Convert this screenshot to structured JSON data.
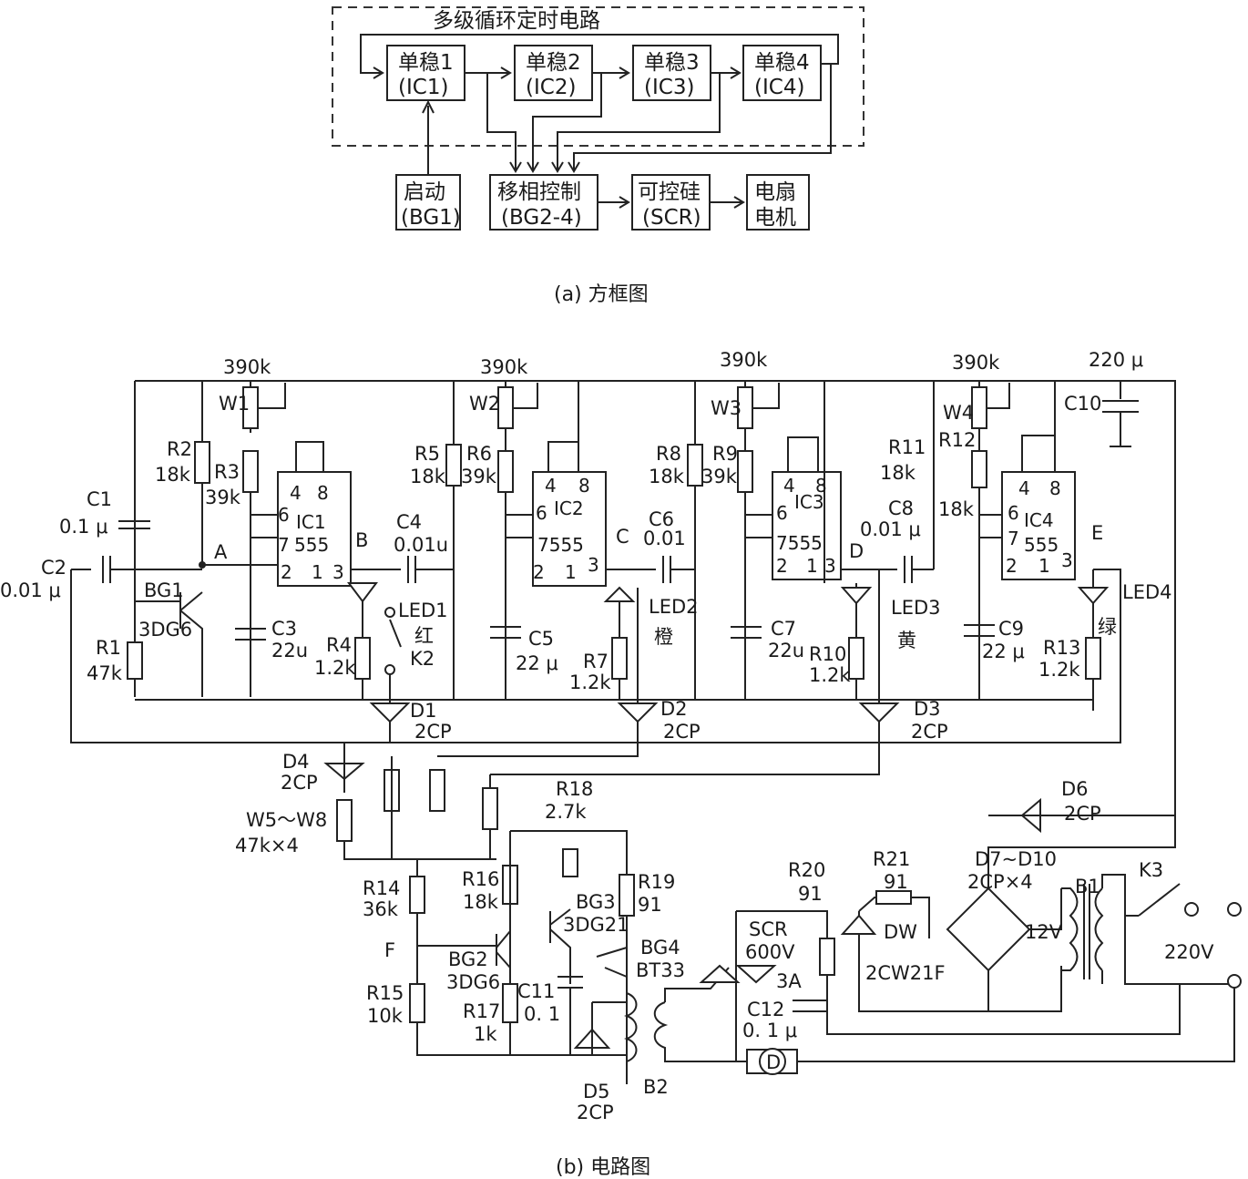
{
  "caption_a": "(a) 方框图",
  "caption_b": "(b) 电路图",
  "block": {
    "frame_title": "多级循环定时电路",
    "mono1": [
      "单稳1",
      "(IC1)"
    ],
    "mono2": [
      "单稳2",
      "(IC2)"
    ],
    "mono3": [
      "单稳3",
      "(IC3)"
    ],
    "mono4": [
      "单稳4",
      "(IC4)"
    ],
    "start": [
      "启动",
      "(BG1)"
    ],
    "phase": [
      "移相控制",
      "(BG2-4)"
    ],
    "scr": [
      "可控硅",
      "(SCR)"
    ],
    "motor": [
      "电扇",
      "电机"
    ]
  },
  "circuit": {
    "w1_val": "390k",
    "w2_val": "390k",
    "w3_val": "390k",
    "w4_val": "390k",
    "w1": "W1",
    "w2": "W2",
    "w3": "W3",
    "w4": "W4",
    "r1": "R1",
    "r1v": "47k",
    "r2": "R2",
    "r2v": "18k",
    "r3": "R3",
    "r3v": "39k",
    "r4": "R4",
    "r4v": "1.2k",
    "r5": "R5",
    "r5v": "18k",
    "r6": "R6",
    "r6v": "39k",
    "r7": "R7",
    "r7v": "1.2k",
    "r8": "R8",
    "r8v": "18k",
    "r9": "R9",
    "r9v": "39k",
    "r10": "R10",
    "r10v": "1.2k",
    "r11": "R11",
    "r11v": "18k",
    "r12": "R12",
    "r12v": "18k",
    "r13": "R13",
    "r13v": "1.2k",
    "r14": "R14",
    "r14v": "36k",
    "r15": "R15",
    "r15v": "10k",
    "r16": "R16",
    "r16v": "18k",
    "r17": "R17",
    "r17v": "1k",
    "r18": "R18",
    "r18v": "2.7k",
    "r19": "R19",
    "r19v": "91",
    "r20": "R20",
    "r20v": "91",
    "r21": "R21",
    "r21v": "91",
    "c1": "C1",
    "c1v": "0.1 μ",
    "c2": "C2",
    "c2v": "0.01 μ",
    "c3": "C3",
    "c3v": "22u",
    "c4": "C4",
    "c4v": "0.01u",
    "c5": "C5",
    "c5v": "22 μ",
    "c6": "C6",
    "c6v": "0.01",
    "c7": "C7",
    "c7v": "22u",
    "c8": "C8",
    "c8v": "0.01 μ",
    "c9": "C9",
    "c9v": "22 μ",
    "c10": "C10",
    "c10v": "220 μ",
    "c11": "C11",
    "c11v": "0. 1",
    "c12": "C12",
    "c12v": "0. 1 μ",
    "bg1": "BG1",
    "bg1v": "3DG6",
    "bg2": "BG2",
    "bg2v": "3DG6",
    "bg3": "BG3",
    "bg3v": "3DG21",
    "bg4": "BG4",
    "bg4v": "BT33",
    "ic1": "IC1",
    "ic2": "IC2",
    "ic3": "IC3",
    "ic4": "IC4",
    "ic_type": "555",
    "ic_type2": "7555",
    "p4": "4",
    "p8": "8",
    "p6": "6",
    "p7": "7",
    "p2": "2",
    "p1": "1",
    "p3": "3",
    "node_a": "A",
    "node_b": "B",
    "node_c": "C",
    "node_d": "D",
    "node_e": "E",
    "node_f": "F",
    "led1": "LED1",
    "led1c": "红",
    "led2": "LED2",
    "led2c": "橙",
    "led3": "LED3",
    "led3c": "黄",
    "led4": "LED4",
    "led4c": "绿",
    "k2": "K2",
    "k3": "K3",
    "d1": "D1",
    "d2": "D2",
    "d3": "D3",
    "d4": "D4",
    "d5": "D5",
    "d6": "D6",
    "d_type": "2CP",
    "d7_10": "D7~D10",
    "d7_10v": "2CP×4",
    "w5_8": "W5～W8",
    "w5_8v": "47k×4",
    "scr": "SCR",
    "scr_v": "600V",
    "scr_a": "3A",
    "dw": "DW",
    "dw_v": "2CW21F",
    "v12": "12V",
    "b1": "B1",
    "b2": "B2",
    "v220": "220V",
    "motor": "D"
  }
}
